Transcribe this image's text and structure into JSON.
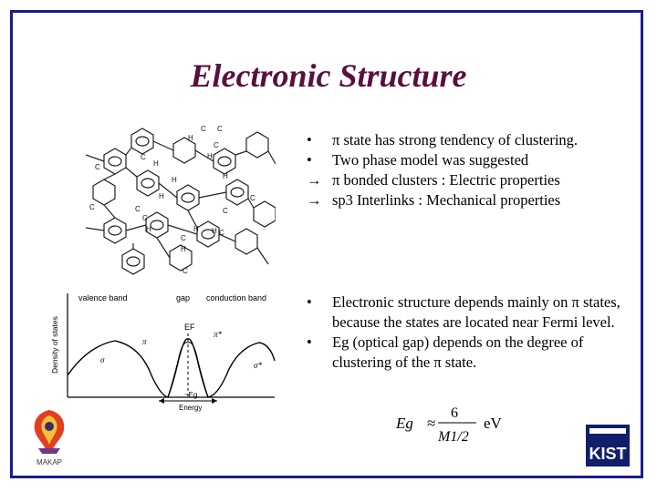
{
  "title": "Electronic Structure",
  "bullets_top": [
    {
      "marker": "•",
      "text": "π  state has strong tendency of clustering."
    },
    {
      "marker": "•",
      "text": "Two phase model was suggested"
    },
    {
      "marker": "→",
      "text": "π  bonded clusters : Electric properties"
    },
    {
      "marker": "→",
      "text": "sp3 Interlinks : Mechanical properties"
    }
  ],
  "bullets_bottom": [
    {
      "marker": "•",
      "text": "Electronic structure depends mainly on π  states, because the states are located near Fermi level."
    },
    {
      "marker": "•",
      "text": "Eg (optical gap) depends on the degree of clustering of the π  state."
    }
  ],
  "formula": {
    "lhs": "Eg",
    "approx": "≈",
    "numerator": "6",
    "denominator": "M1/2",
    "unit": "eV"
  },
  "plot": {
    "ylabel": "Density of states",
    "valence_label": "valence band",
    "gap_label": "gap",
    "conduction_label": "conduction band",
    "fermi_label": "EF",
    "pi_label": "π",
    "pi_star_label": "π*",
    "sigma_label": "σ",
    "sigma_star_label": "σ*",
    "xlabel": "Energy",
    "gap_width_label": "~Eg"
  },
  "logos": {
    "left": "MAKAP",
    "right": "KIST"
  }
}
